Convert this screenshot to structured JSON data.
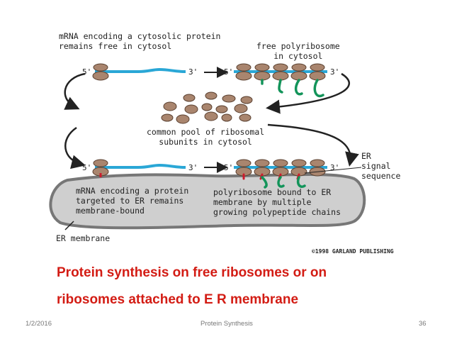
{
  "diagram": {
    "labels": {
      "cytosolic_mrna_line1": "mRNA encoding a cytosolic protein",
      "cytosolic_mrna_line2": "remains free in cytosol",
      "free_polyribosome_line1": "free polyribosome",
      "free_polyribosome_line2": "in cytosol",
      "pool_line1": "common pool of ribosomal",
      "pool_line2": "subunits in cytosol",
      "er_mrna_line1": "mRNA encoding a protein",
      "er_mrna_line2": "targeted to ER remains",
      "er_mrna_line3": "membrane-bound",
      "bound_poly_line1": "polyribosome bound to ER",
      "bound_poly_line2": "membrane by multiple",
      "bound_poly_line3": "growing polypeptide chains",
      "er_signal_line1": "ER",
      "er_signal_line2": "signal",
      "er_signal_line3": "sequence",
      "er_membrane": "ER membrane",
      "five_prime": "5'",
      "three_prime": "3'",
      "copyright": "©1998 GARLAND PUBLISHING"
    },
    "colors": {
      "mrna": "#2aa7d6",
      "ribosome": "#a9856e",
      "ribosome_edge": "#5a4030",
      "polypeptide": "#13945a",
      "signal": "#cc1b2c",
      "er_fill": "#cfcfcf",
      "er_edge": "#777777"
    }
  },
  "caption": {
    "line1": "Protein synthesis on free ribosomes  or on",
    "line2": "ribosomes attached to E R membrane"
  },
  "footer": {
    "date": "1/2/2016",
    "title": "Protein Synthesis",
    "page": "36"
  }
}
